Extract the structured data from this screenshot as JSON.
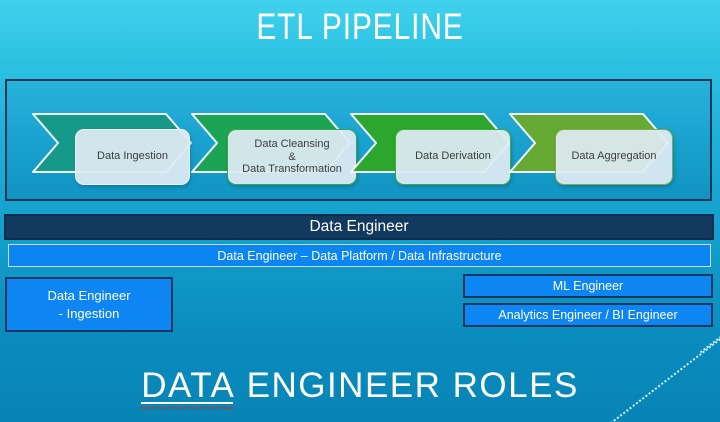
{
  "slide": {
    "title": "ETL PIPELINE",
    "footer": {
      "underlined_word": "DATA",
      "rest": "ENGINEER ROLES"
    }
  },
  "pipeline": {
    "stages": [
      {
        "label": "Data Ingestion",
        "chevron_color": "#17998a",
        "box_border_color": "#eef5f9"
      },
      {
        "label": "Data Cleansing\n&\nData Transformation",
        "chevron_color": "#1ca455",
        "box_border_color": "#35a94a"
      },
      {
        "label": "Data Derivation",
        "chevron_color": "#2ca62c",
        "box_border_color": "#3fae39"
      },
      {
        "label": "Data Aggregation",
        "chevron_color": "#66a933",
        "box_border_color": "#7cb043"
      }
    ]
  },
  "roles": {
    "primary_label": "Data Engineer",
    "platform_label": "Data Engineer – Data Platform / Data Infrastructure",
    "ingestion_label": "Data Engineer\n- Ingestion",
    "ml_label": "ML Engineer",
    "analytics_label": "Analytics Engineer / BI Engineer"
  },
  "colors": {
    "background_top": "#40d2ec",
    "background_bottom": "#0884b6",
    "panel_border": "#14365a",
    "dark_bar_fill": "#123a5f",
    "bright_blue_fill": "#0d86f4",
    "navy_border": "#17375e",
    "spellcheck_red": "#cf2a1b",
    "text_white": "#ffffff",
    "box_text_dark": "#3d3d3d"
  }
}
